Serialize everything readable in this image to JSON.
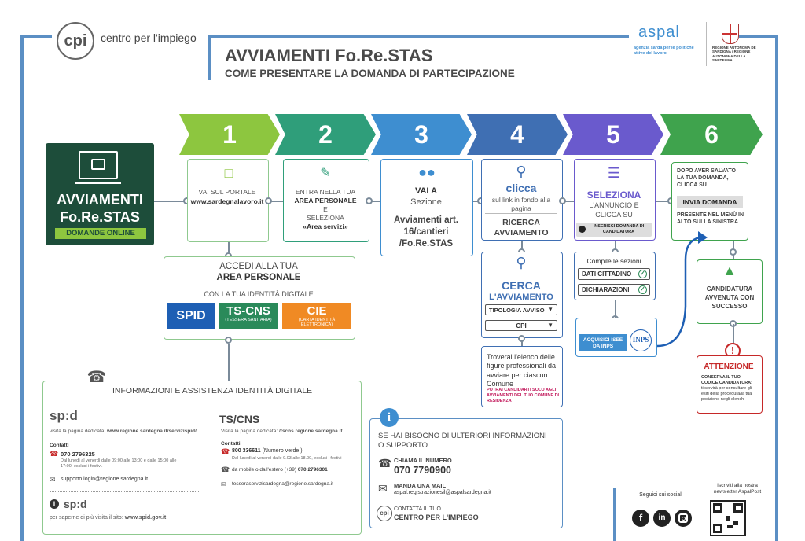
{
  "header": {
    "cpi_logo_text": "cpi",
    "cpi_title": "centro per l'impiego",
    "title": "AVVIAMENTI Fo.Re.STAS",
    "subtitle": "COME PRESENTARE LA DOMANDA DI PARTECIPAZIONE",
    "aspal_logo": "aspal",
    "aspal_tagline": "agenzia sarda per le politiche attive del lavoro",
    "region_text": "REGIONE AUTONOMA DE SARDIGNA / REGIONE AUTONOMA DELLA SARDEGNA"
  },
  "colors": {
    "green": "#8dc63f",
    "teal": "#2f9e7a",
    "blue": "#3e8ed0",
    "indigo": "#3f6fb3",
    "purple": "#6a5acd",
    "dark_green": "#1d4d3a",
    "frame": "#5b8fc4"
  },
  "intro": {
    "line1": "AVVIAMENTI",
    "line2": "Fo.Re.STAS",
    "badge": "DOMANDE ONLINE"
  },
  "steps": [
    {
      "num": "1",
      "text": "VAI SUL PORTALE",
      "bold": "www.sardegnalavoro.it"
    },
    {
      "num": "2",
      "text_a": "ENTRA NELLA TUA",
      "bold_a": "AREA PERSONALE",
      "text_b": "E",
      "text_c": "SELEZIONA",
      "bold_b": "«Area servizi»"
    },
    {
      "num": "3",
      "bold_a": "VAI A",
      "text_a": "Sezione",
      "bold_b": "Avviamenti art. 16/cantieri /Fo.Re.STAS"
    },
    {
      "num": "4",
      "bold_a": "clicca",
      "text_a": "sul link in fondo alla pagina",
      "bold_b": "RICERCA AVVIAMENTO"
    },
    {
      "num": "5",
      "bold_a": "SELEZIONA",
      "text_a": "L'ANNUNCIO E CLICCA SU",
      "button": "INSERISCI DOMANDA DI CANDIDATURA"
    },
    {
      "num": "6",
      "text_a": "DOPO AVER SALVATO LA TUA DOMANDA, CLICCA SU",
      "button": "INVIA DOMANDA",
      "text_b": "PRESENTE NEL MENÙ IN ALTO SULLA SINISTRA"
    }
  ],
  "access": {
    "title_a": "ACCEDI ALLA TUA",
    "title_b": "AREA PERSONALE",
    "subtitle": "CON LA TUA IDENTITÀ DIGITALE",
    "spid": "SPID",
    "tscns": "TS-CNS",
    "tscns_sub": "(TESSERA SANITARIA)",
    "cie": "CIE",
    "cie_sub": "(CARTA IDENTITÀ ELETTRONICA)"
  },
  "search": {
    "title_a": "CERCA",
    "title_b": "L'AVVIAMENTO",
    "select1": "TIPOLOGIA AVVISO",
    "select2": "CPI",
    "result": "Troverai l'elenco delle figure professionali da avviare per ciascun Comune",
    "note": "POTRAI CANDIDARTI SOLO AGLI AVVIAMENTI DEL TUO COMUNE DI RESIDENZA"
  },
  "compile": {
    "title": "Compile le sezioni",
    "item1": "DATI CITTADINO",
    "item2": "DICHIARAZIONI"
  },
  "isee": {
    "label": "ACQUISICI ISEE DA INPS",
    "inps": "INPS"
  },
  "success": {
    "text": "CANDIDATURA AVVENUTA CON SUCCESSO"
  },
  "warning": {
    "title": "ATTENZIONE",
    "bold": "CONSERVA IL TUO CODICE CANDIDATURA:",
    "text": "ti servirà per consultare gli esiti della procedura/la tua posizione negli elenchi"
  },
  "assist": {
    "title": "INFORMAZIONI E ASSISTENZA IDENTITÀ DIGITALE",
    "spid_logo": "sp:d",
    "spid_visit": "visita la pagina dedicata:",
    "spid_url": "www.regione.sardegna.it/servizispid/",
    "contacts": "Contatti",
    "spid_phone": "070 2796325",
    "spid_hours": "Dal lunedì al venerdì dalle 09:00 alle 13:00 e dalle 15:00 alle 17:00, esclusi i festivi.",
    "spid_mail": "supporto.login@regione.sardegna.it",
    "spid_info_logo": "sp:d",
    "spid_more": "per saperne di più visita il sito:",
    "spid_more_url": "www.spid.gov.it",
    "ts_title": "TS/CNS",
    "ts_visit": "Visita la pagina dedicata:",
    "ts_url": "/tscns.regione.sardegna.it",
    "ts_phone": "800 336611",
    "ts_phone_note": "(Numero verde )",
    "ts_hours": "Dal lunedì al venerdì dalle 9.03 alle 18.00, esclusi i festivi",
    "ts_mobile": "da mobile o dall'estero (+39)",
    "ts_mobile_num": "070 2796301",
    "ts_mail": "tesseraservizisardegna@regione.sardegna.it"
  },
  "support": {
    "title": "SE HAI BISOGNO DI ULTERIORI INFORMAZIONI O SUPPORTO",
    "call_label": "CHIAMA IL NUMERO",
    "call_num": "070 7790900",
    "mail_label": "MANDA UNA MAIL",
    "mail": "aspal.registrazionesil@aspalsardegna.it",
    "cpi_label": "CONTATTA IL TUO",
    "cpi_bold": "CENTRO PER L'IMPIEGO"
  },
  "social": {
    "follow": "Seguici sui social",
    "newsletter": "Iscriviti alla nostra newsletter AspalPost"
  }
}
